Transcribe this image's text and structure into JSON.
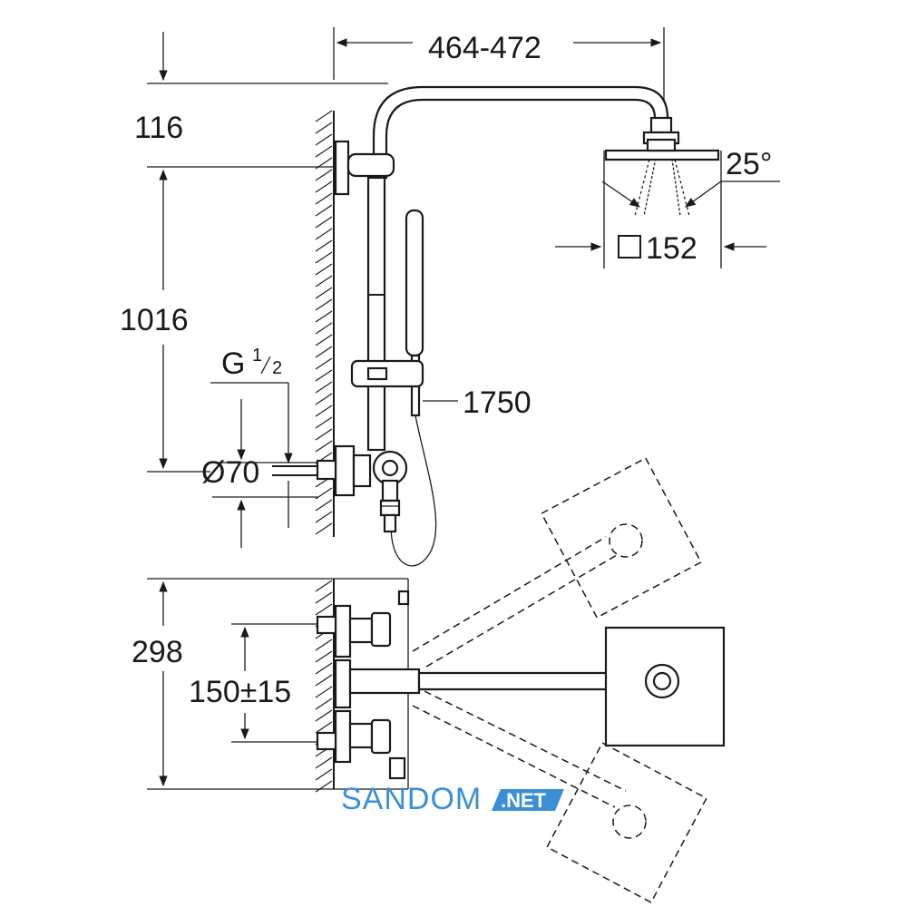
{
  "dimensions": {
    "arm_reach": "464-472",
    "top_offset": "116",
    "rail_height": "1016",
    "thread_prefix": "G",
    "thread_num": "1",
    "thread_den": "2",
    "rosette_diameter": "Ø70",
    "spray_angle": "25°",
    "head_size": "152",
    "hose_length": "1750",
    "mixer_depth": "298",
    "inlet_spacing": "150±15"
  },
  "watermark": {
    "brand": "SANDOM",
    "domain": ".NET",
    "brand_color": "#3a8fd6"
  }
}
